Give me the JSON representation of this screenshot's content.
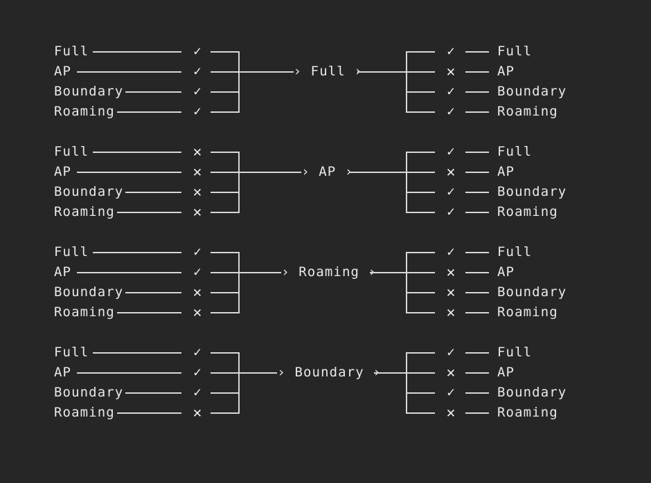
{
  "theme": {
    "background": "#262626",
    "line": "#d8d8d8",
    "text": "#e9e9e9",
    "mark": "#f2f2f2"
  },
  "icons": {
    "check": "✓",
    "cross": "✕",
    "arrow": "›"
  },
  "groups": [
    {
      "node": "Full",
      "inputs": [
        {
          "label": "Full",
          "mark": "check"
        },
        {
          "label": "AP",
          "mark": "check"
        },
        {
          "label": "Boundary",
          "mark": "check"
        },
        {
          "label": "Roaming",
          "mark": "check"
        }
      ],
      "outputs": [
        {
          "label": "Full",
          "mark": "check"
        },
        {
          "label": "AP",
          "mark": "cross"
        },
        {
          "label": "Boundary",
          "mark": "check"
        },
        {
          "label": "Roaming",
          "mark": "check"
        }
      ]
    },
    {
      "node": "AP",
      "inputs": [
        {
          "label": "Full",
          "mark": "cross"
        },
        {
          "label": "AP",
          "mark": "cross"
        },
        {
          "label": "Boundary",
          "mark": "cross"
        },
        {
          "label": "Roaming",
          "mark": "cross"
        }
      ],
      "outputs": [
        {
          "label": "Full",
          "mark": "check"
        },
        {
          "label": "AP",
          "mark": "cross"
        },
        {
          "label": "Boundary",
          "mark": "check"
        },
        {
          "label": "Roaming",
          "mark": "check"
        }
      ]
    },
    {
      "node": "Roaming",
      "inputs": [
        {
          "label": "Full",
          "mark": "check"
        },
        {
          "label": "AP",
          "mark": "check"
        },
        {
          "label": "Boundary",
          "mark": "cross"
        },
        {
          "label": "Roaming",
          "mark": "cross"
        }
      ],
      "outputs": [
        {
          "label": "Full",
          "mark": "check"
        },
        {
          "label": "AP",
          "mark": "cross"
        },
        {
          "label": "Boundary",
          "mark": "cross"
        },
        {
          "label": "Roaming",
          "mark": "cross"
        }
      ]
    },
    {
      "node": "Boundary",
      "inputs": [
        {
          "label": "Full",
          "mark": "check"
        },
        {
          "label": "AP",
          "mark": "check"
        },
        {
          "label": "Boundary",
          "mark": "check"
        },
        {
          "label": "Roaming",
          "mark": "cross"
        }
      ],
      "outputs": [
        {
          "label": "Full",
          "mark": "check"
        },
        {
          "label": "AP",
          "mark": "cross"
        },
        {
          "label": "Boundary",
          "mark": "check"
        },
        {
          "label": "Roaming",
          "mark": "cross"
        }
      ]
    }
  ]
}
